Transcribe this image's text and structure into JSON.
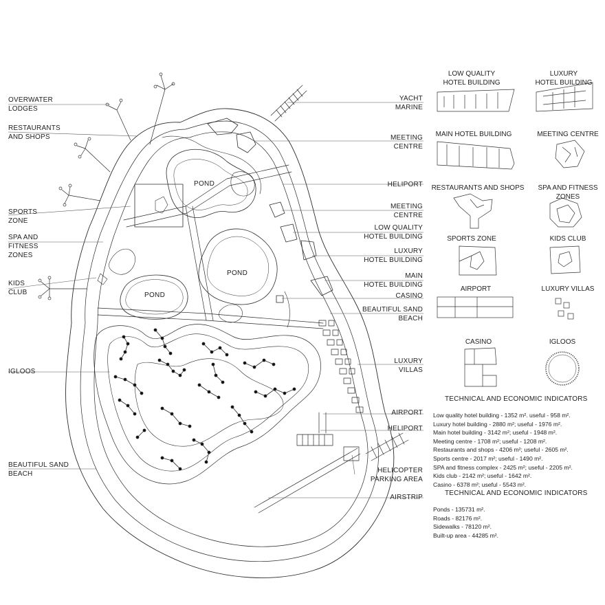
{
  "left_labels": [
    {
      "id": "overwater-lodges",
      "text": "OVERWATER\nLODGES"
    },
    {
      "id": "restaurants-and-shops",
      "text": "RESTAURANTS\nAND SHOPS"
    },
    {
      "id": "sports-zone",
      "text": "SPORTS\nZONE"
    },
    {
      "id": "spa-and-fitness-zones",
      "text": "SPA AND\nFITNESS\nZONES"
    },
    {
      "id": "kids-club",
      "text": "KIDS\nCLUB"
    },
    {
      "id": "igloos",
      "text": "IGLOOS"
    },
    {
      "id": "beautiful-sand-beach-left",
      "text": "BEAUTIFUL SAND\nBEACH"
    }
  ],
  "right_labels": [
    {
      "id": "yacht-marine",
      "text": "YACHT\nMARINE"
    },
    {
      "id": "meeting-centre-1",
      "text": "MEETING\nCENTRE"
    },
    {
      "id": "heliport-1",
      "text": "HELIPORT"
    },
    {
      "id": "meeting-centre-2",
      "text": "MEETING\nCENTRE"
    },
    {
      "id": "low-quality-hotel-building",
      "text": "LOW QUALITY\nHOTEL BUILDING"
    },
    {
      "id": "luxury-hotel-building",
      "text": "LUXURY\nHOTEL BUILDING"
    },
    {
      "id": "main-hotel-building",
      "text": "MAIN\nHOTEL BUILDING"
    },
    {
      "id": "casino",
      "text": "CASINO"
    },
    {
      "id": "beautiful-sand-beach-right",
      "text": "BEAUTIFUL SAND\nBEACH"
    },
    {
      "id": "luxury-villas",
      "text": "LUXURY\nVILLAS"
    },
    {
      "id": "airport",
      "text": "AIRPORT"
    },
    {
      "id": "heliport-2",
      "text": "HELIPORT"
    },
    {
      "id": "helicopter-parking-area",
      "text": "HELICOPTER\nPARKING AREA"
    },
    {
      "id": "airstrip",
      "text": "AIRSTRIP"
    }
  ],
  "map_labels": {
    "pond_1": "POND",
    "pond_2": "POND",
    "pond_3": "POND"
  },
  "legend": [
    {
      "id": "low-quality-hotel-building",
      "title": "LOW QUALITY\nHOTEL BUILDING"
    },
    {
      "id": "luxury-hotel-building",
      "title": "LUXURY\nHOTEL BUILDING"
    },
    {
      "id": "main-hotel-building",
      "title": "MAIN HOTEL BUILDING"
    },
    {
      "id": "meeting-centre",
      "title": "MEETING CENTRE"
    },
    {
      "id": "restaurants-and-shops",
      "title": "RESTAURANTS AND SHOPS"
    },
    {
      "id": "spa-and-fitness-zones",
      "title": "SPA AND FITNESS\nZONES"
    },
    {
      "id": "sports-zone",
      "title": "SPORTS ZONE"
    },
    {
      "id": "kids-club",
      "title": "KIDS CLUB"
    },
    {
      "id": "airport",
      "title": "AIRPORT"
    },
    {
      "id": "luxury-villas",
      "title": "LUXURY  VILLAS"
    },
    {
      "id": "casino",
      "title": "CASINO"
    },
    {
      "id": "igloos",
      "title": "IGLOOS"
    }
  ],
  "indicators": [
    {
      "title": "TECHNICAL AND ECONOMIC INDICATORS",
      "items": [
        "Low quality hotel building - 1352 m². useful - 958 m².",
        "Luxury hotel building - 2880 m²; useful - 1976 m².",
        "Main hotel building - 3142 m²; useful - 1948 m².",
        "Meeting centre - 1708 m²; useful - 1208 m².",
        "Restaurants and shops - 4206 m²; useful - 2605 m².",
        "Sports centre - 2017 m²; useful - 1490 m².",
        "SPA and fitness complex - 2425 m²; useful - 2205 m².",
        "Kids club - 2142 m²; useful - 1642 m².",
        "Casino - 6378 m²; useful - 5543 m²."
      ]
    },
    {
      "title": "TECHNICAL AND ECONOMIC INDICATORS",
      "items": [
        "Ponds - 135731 m².",
        "Roads - 82176 m².",
        "Sidewalks - 78120 m².",
        "Built-up area - 44285 m²."
      ]
    }
  ]
}
